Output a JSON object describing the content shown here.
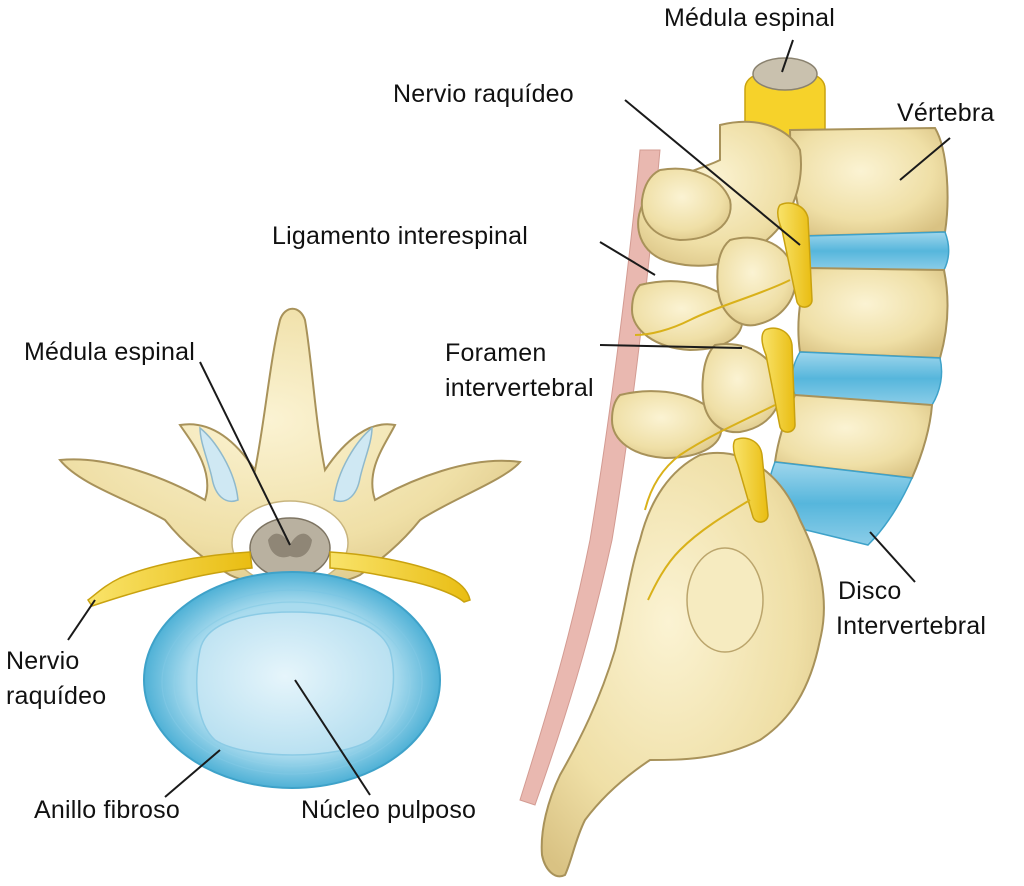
{
  "labels": {
    "medula_espinal_top": "Médula espinal",
    "nervio_raquideo_top": "Nervio raquídeo",
    "vertebra": "Vértebra",
    "ligamento_interespinal": "Ligamento interespinal",
    "foramen_line1": "Foramen",
    "foramen_line2": "intervertebral",
    "disco_line1": "Disco",
    "disco_line2": "Intervertebral",
    "medula_espinal_left": "Médula espinal",
    "nervio_left_line1": "Nervio",
    "nervio_left_line2": "raquídeo",
    "anillo_fibroso": "Anillo fibroso",
    "nucleo_pulposo": "Núcleo pulposo"
  },
  "colors": {
    "bone": "#f1e3ae",
    "bone_shadow": "#cdb77a",
    "bone_outline": "#a8925a",
    "disc_blue": "#6cc0de",
    "disc_light": "#bfe4f1",
    "nerve_yellow": "#f6d22a",
    "nerve_outline": "#c9a20f",
    "cord_grey": "#b9b1a0",
    "ligament_pink": "#e9b8b0",
    "leader_line": "#1a1a1a"
  }
}
